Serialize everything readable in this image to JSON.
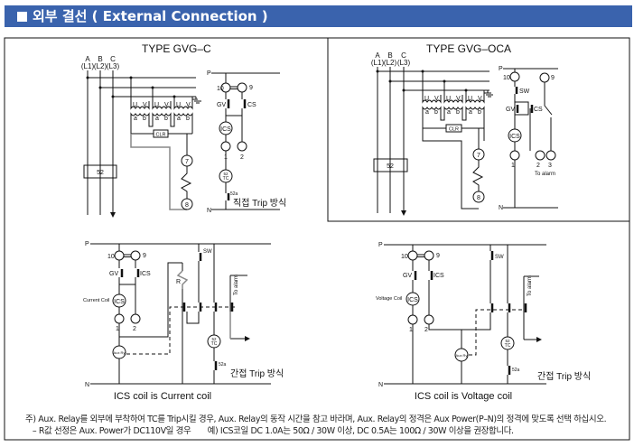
{
  "header": {
    "title": "외부 결선 ( External Connection )",
    "accent": "#3a63ad"
  },
  "panels": {
    "gvg_c": {
      "title": "TYPE GVG–C",
      "phases": [
        "A",
        "B",
        "C"
      ],
      "lines": [
        "(L1)",
        "(L2)",
        "(L3)"
      ],
      "breaker": "52",
      "clr": "CLR",
      "terminals": {
        "t10": "10",
        "t9": "9",
        "t1": "1",
        "t2": "2",
        "t7": "7",
        "t8": "8"
      },
      "gv": "GV",
      "cs": "CS",
      "ics": "ICS",
      "tc_top": "52",
      "tc": "TC",
      "aux": "52a",
      "p": "P",
      "n": "N",
      "method": "직접 Trip 방식",
      "u": "U",
      "v": "V",
      "a": "a",
      "b": "b"
    },
    "gvg_oca": {
      "title": "TYPE GVG–OCA",
      "phases": [
        "A",
        "B",
        "C"
      ],
      "lines": [
        "(L1)",
        "(L2)",
        "(L3)"
      ],
      "breaker": "52",
      "clr": "CLR",
      "terminals": {
        "t10": "10",
        "t9": "9",
        "t1": "1",
        "t2": "2",
        "t3": "3",
        "t7": "7",
        "t8": "8"
      },
      "sw": "SW",
      "gv": "GV",
      "cs": "CS",
      "ics": "ICS",
      "alarm": "To alarm",
      "p": "P",
      "n": "N"
    },
    "current_coil": {
      "caption": "ICS coil is Current coil",
      "coil_label": "Current Coil",
      "terminals": {
        "t10": "10",
        "t9": "9",
        "t1": "1",
        "t2": "2"
      },
      "gv": "GV",
      "cs": "ICS",
      "ics": "ICS",
      "sw": "SW",
      "r": "R",
      "aux_ry": "Aux Ry",
      "tc_top": "52",
      "tc": "TC",
      "aux": "52a",
      "alarm": "To alarm",
      "p": "P",
      "n": "N",
      "method": "간접 Trip 방식"
    },
    "voltage_coil": {
      "caption": "ICS coil is Voltage coil",
      "coil_label": "Voltage Coil",
      "terminals": {
        "t10": "10",
        "t9": "9",
        "t1": "1",
        "t2": "2"
      },
      "gv": "GV",
      "cs": "ICS",
      "ics": "ICS",
      "sw": "SW",
      "aux_ry": "Aux Ry",
      "tc_top": "52",
      "tc": "TC",
      "aux": "52a",
      "alarm": "To alarm",
      "p": "P",
      "n": "N",
      "method": "간접 Trip 방식"
    }
  },
  "notes": {
    "line1": "주) Aux. Relay를 외부에 부착하여 TC를 Trip시킬 경우, Aux. Relay의 동작 시간을 참고 바라며, Aux. Relay의 정격은 Aux Power(P–N)의 정격에 맞도록 선택 하십시오.",
    "line2": "   – R값 선정은 Aux. Power가 DC110V일 경우       예) ICS코일 DC 1.0A는 50Ω / 30W 이상, DC 0.5A는 100Ω / 30W 이상을 권장합니다."
  }
}
